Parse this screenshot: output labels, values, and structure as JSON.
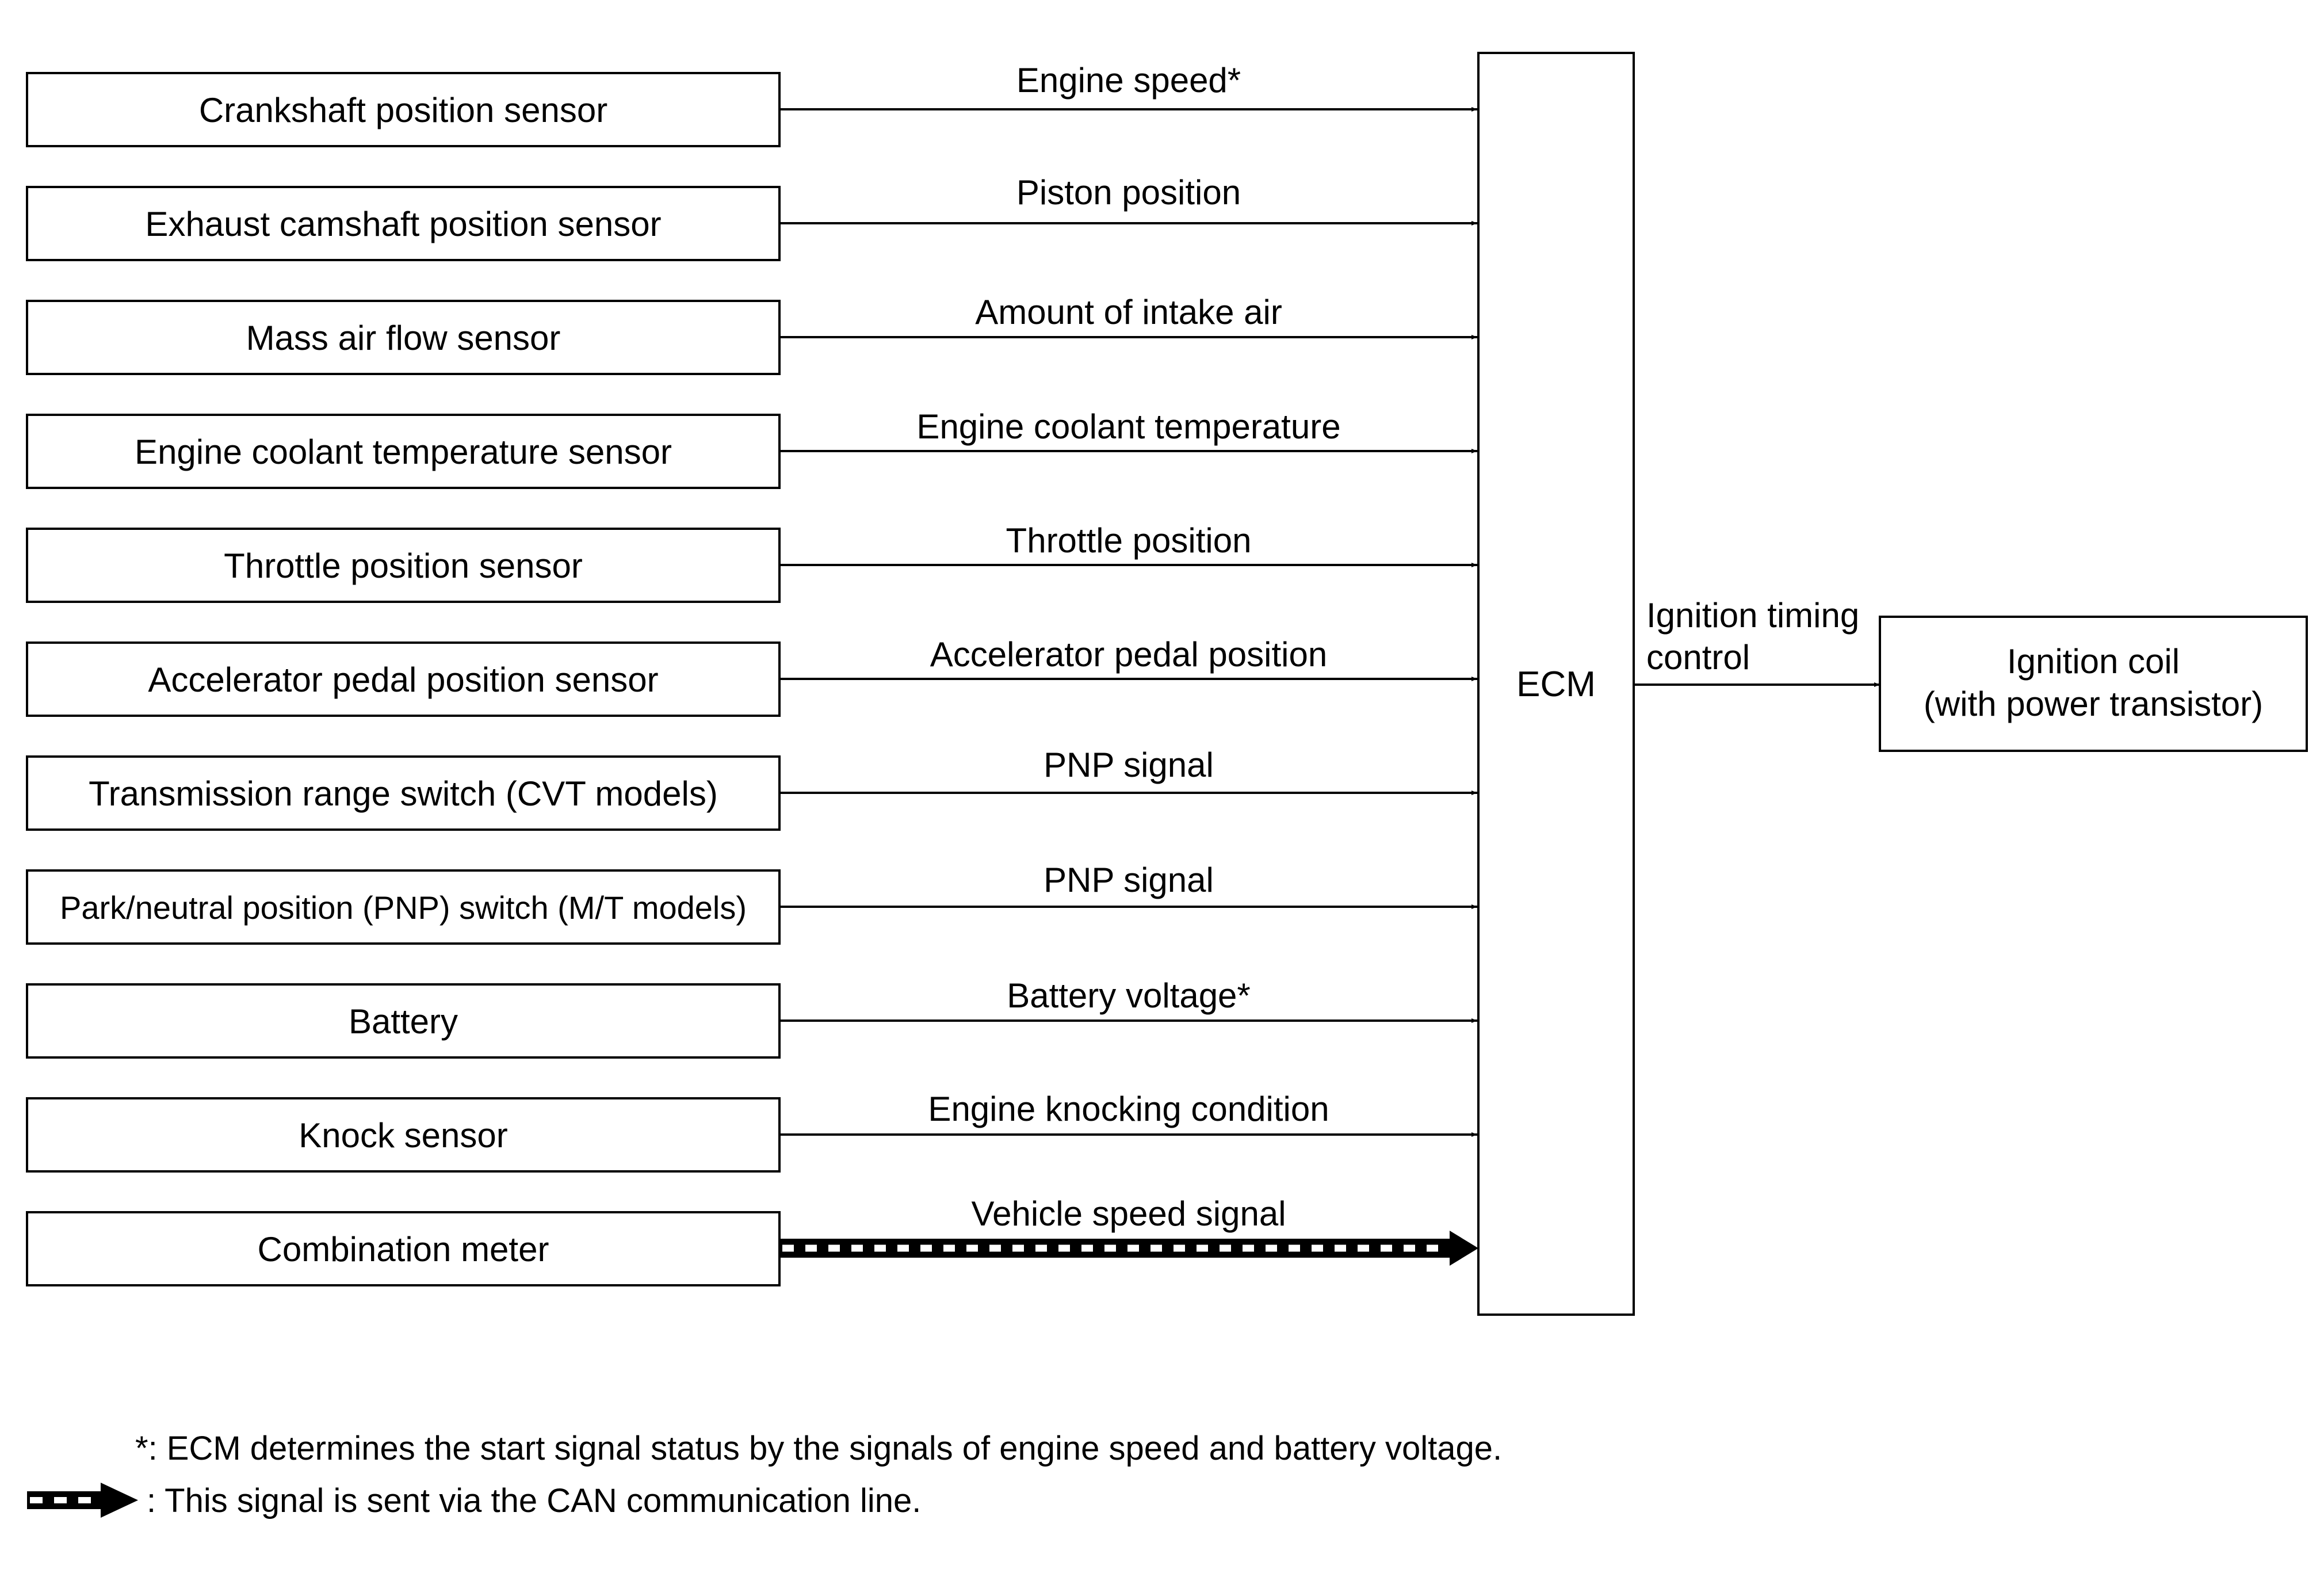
{
  "inputs": [
    {
      "label": "Crankshaft position sensor",
      "signal": "Engine speed*"
    },
    {
      "label": "Exhaust camshaft position sensor",
      "signal": "Piston position"
    },
    {
      "label": "Mass air flow sensor",
      "signal": "Amount of intake air"
    },
    {
      "label": "Engine coolant temperature sensor",
      "signal": "Engine coolant temperature"
    },
    {
      "label": "Throttle position sensor",
      "signal": "Throttle position"
    },
    {
      "label": "Accelerator pedal position sensor",
      "signal": "Accelerator pedal position"
    },
    {
      "label": "Transmission range switch (CVT models)",
      "signal": "PNP signal"
    },
    {
      "label": "Park/neutral position (PNP) switch (M/T models)",
      "signal": "PNP signal"
    },
    {
      "label": "Battery",
      "signal": "Battery voltage*"
    },
    {
      "label": "Knock sensor",
      "signal": "Engine knocking condition"
    },
    {
      "label": "Combination meter",
      "signal": "Vehicle speed signal",
      "can": true
    }
  ],
  "ecm": {
    "label": "ECM"
  },
  "output": {
    "signal_line1": "Ignition timing",
    "signal_line2": "control",
    "target_line1": "Ignition coil",
    "target_line2": "(with power transistor)"
  },
  "notes": {
    "asterisk": "*: ECM determines the start signal status by the signals of engine speed and battery voltage.",
    "can": ": This signal is sent via the CAN communication line."
  }
}
